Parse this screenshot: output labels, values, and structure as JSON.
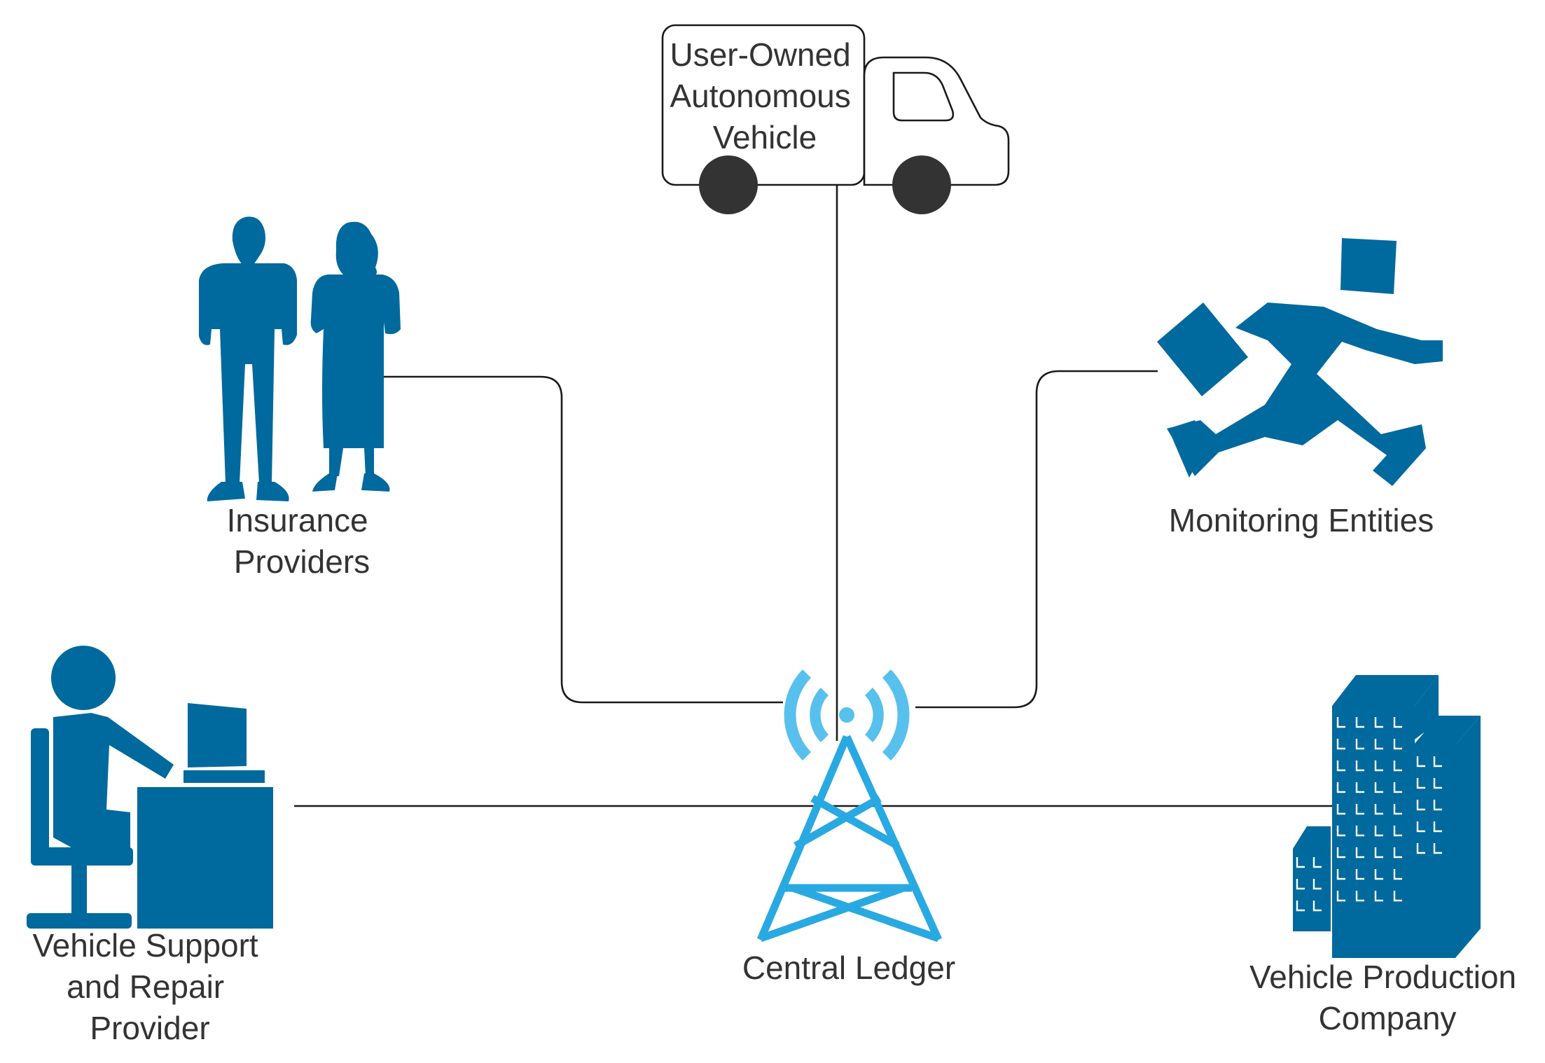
{
  "colors": {
    "primary_blue": "#00699d",
    "tower_blue": "#29a9e1",
    "signal_blue": "#58c0ec",
    "connector": "#1a1a1a",
    "text": "#333333",
    "wheel": "#333333"
  },
  "nodes": {
    "vehicle": {
      "icon": "truck-icon",
      "label_lines": [
        "User-Owned",
        "Autonomous",
        "Vehicle"
      ]
    },
    "insurance": {
      "icon": "business-people-icon",
      "label_lines": [
        "Insurance",
        "Providers"
      ]
    },
    "monitoring": {
      "icon": "running-man-with-briefcase-icon",
      "label_lines": [
        "Monitoring Entities"
      ]
    },
    "support": {
      "icon": "person-at-computer-desk-icon",
      "label_lines": [
        "Vehicle Support",
        "and Repair",
        "Provider"
      ]
    },
    "ledger": {
      "icon": "radio-tower-icon",
      "label_lines": [
        "Central Ledger"
      ]
    },
    "production": {
      "icon": "office-buildings-icon",
      "label_lines": [
        "Vehicle Production",
        "Company"
      ]
    }
  }
}
